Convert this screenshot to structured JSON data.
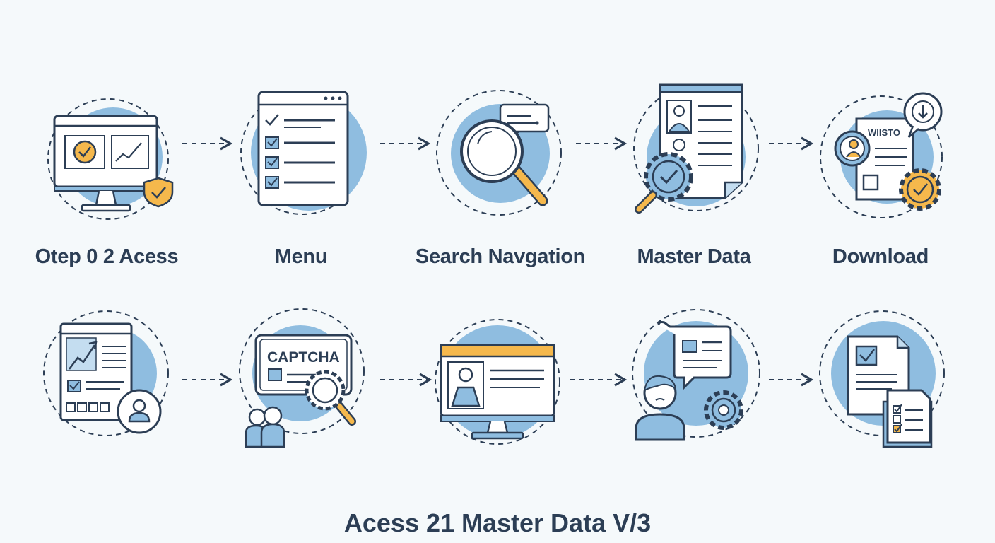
{
  "steps_top": [
    {
      "label": "Otep 0 2 Acess",
      "icon": "monitor-shield-icon"
    },
    {
      "label": "Menu",
      "icon": "checklist-window-icon"
    },
    {
      "label": "Search Navgation",
      "icon": "magnifier-icon"
    },
    {
      "label": "Master Data",
      "icon": "profile-document-gear-icon"
    },
    {
      "label": "Download",
      "icon": "download-document-icon"
    }
  ],
  "steps_bottom": [
    {
      "icon": "report-user-icon"
    },
    {
      "icon": "captcha-icon",
      "label": "CAPTCHA"
    },
    {
      "icon": "monitor-profile-icon"
    },
    {
      "icon": "person-chat-gear-icon"
    },
    {
      "icon": "document-checklist-icon"
    }
  ],
  "doc_badge_text": "WIISTO",
  "footer": {
    "title": "Acess 21  Master Data V/3"
  },
  "colors": {
    "line": "#2c3e55",
    "blue": "#8fbde0",
    "light_blue": "#c4ddf0",
    "orange": "#f5b84c",
    "background": "#f5f9fb"
  }
}
